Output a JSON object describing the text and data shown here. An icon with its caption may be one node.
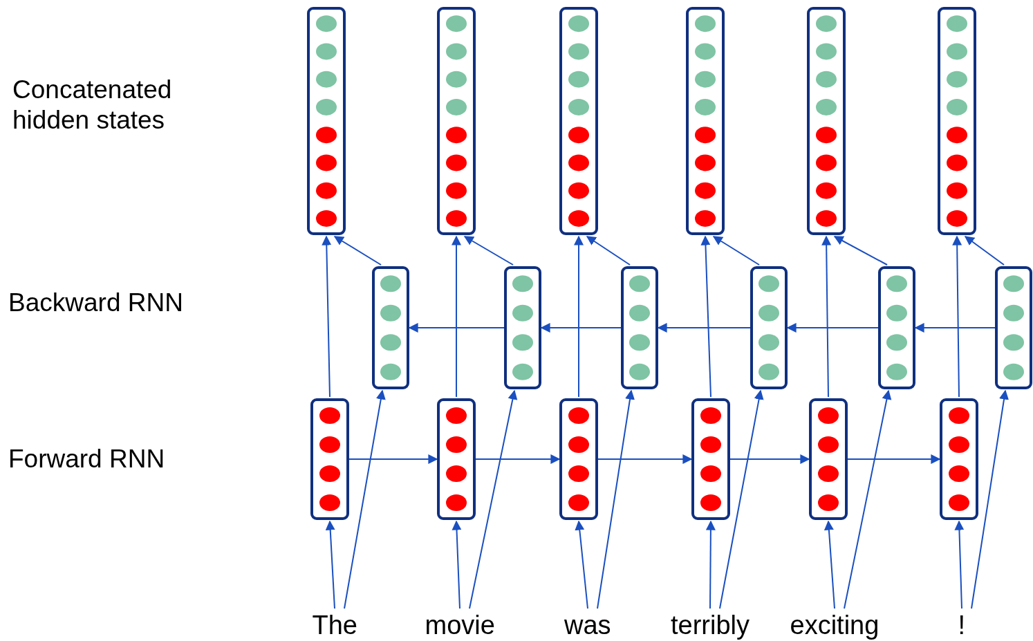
{
  "diagram": {
    "nodes": [
      {
        "text": [],
        "shape": "box"
      },
      {
        "text": [],
        "shape": "box"
      },
      {
        "text": [],
        "shape": "box"
      },
      {
        "text": [],
        "shape": "box"
      },
      {
        "text": [],
        "shape": "box"
      },
      {
        "text": [],
        "shape": "box"
      },
      {
        "text": [],
        "shape": "box"
      },
      {
        "text": [],
        "shape": "box"
      },
      {
        "text": [],
        "shape": "box"
      },
      {
        "text": [],
        "shape": "box"
      },
      {
        "text": [],
        "shape": "box"
      },
      {
        "text": [],
        "shape": "box"
      },
      {
        "text": [],
        "shape": "box"
      },
      {
        "text": [],
        "shape": "box"
      },
      {
        "text": [],
        "shape": "box"
      },
      {
        "text": [],
        "shape": "box"
      },
      {
        "text": [],
        "shape": "box"
      },
      {
        "text": [],
        "shape": "box"
      },
      {
        "text": [
          "The"
        ]
      },
      {
        "text": [
          "movie"
        ]
      },
      {
        "text": [
          "was"
        ]
      },
      {
        "text": [
          "terribly"
        ]
      },
      {
        "text": [
          "exciting"
        ]
      },
      {
        "text": [
          "!"
        ]
      }
    ],
    "edges": [
      {
        "from": 18,
        "to": 12,
        "arrow": "to"
      },
      {
        "from": 18,
        "to": 6,
        "arrow": "to"
      },
      {
        "from": 19,
        "to": 13,
        "arrow": "to"
      },
      {
        "from": 19,
        "to": 7,
        "arrow": "to"
      },
      {
        "from": 20,
        "to": 14,
        "arrow": "to"
      },
      {
        "from": 20,
        "to": 8,
        "arrow": "to"
      },
      {
        "from": 21,
        "to": 15,
        "arrow": "to"
      },
      {
        "from": 21,
        "to": 9,
        "arrow": "to"
      },
      {
        "from": 22,
        "to": 16,
        "arrow": "to"
      },
      {
        "from": 22,
        "to": 10,
        "arrow": "to"
      },
      {
        "from": 23,
        "to": 17,
        "arrow": "to"
      },
      {
        "from": 23,
        "to": 11,
        "arrow": "to"
      },
      {
        "from": 12,
        "to": 13,
        "arrow": "to"
      },
      {
        "from": 13,
        "to": 14,
        "arrow": "to"
      },
      {
        "from": 14,
        "to": 15,
        "arrow": "to"
      },
      {
        "from": 15,
        "to": 16,
        "arrow": "to"
      },
      {
        "from": 16,
        "to": 17,
        "arrow": "to"
      },
      {
        "from": 11,
        "to": 10,
        "arrow": "to"
      },
      {
        "from": 10,
        "to": 9,
        "arrow": "to"
      },
      {
        "from": 9,
        "to": 8,
        "arrow": "to"
      },
      {
        "from": 8,
        "to": 7,
        "arrow": "to"
      },
      {
        "from": 7,
        "to": 6,
        "arrow": "to"
      },
      {
        "from": 12,
        "to": 0,
        "arrow": "to"
      },
      {
        "from": 6,
        "to": 0,
        "arrow": "to"
      },
      {
        "from": 13,
        "to": 1,
        "arrow": "to"
      },
      {
        "from": 7,
        "to": 1,
        "arrow": "to"
      },
      {
        "from": 14,
        "to": 2,
        "arrow": "to"
      },
      {
        "from": 8,
        "to": 2,
        "arrow": "to"
      },
      {
        "from": 15,
        "to": 3,
        "arrow": "to"
      },
      {
        "from": 9,
        "to": 3,
        "arrow": "to"
      },
      {
        "from": 16,
        "to": 4,
        "arrow": "to"
      },
      {
        "from": 10,
        "to": 4,
        "arrow": "to"
      },
      {
        "from": 17,
        "to": 5,
        "arrow": "to"
      },
      {
        "from": 11,
        "to": 5,
        "arrow": "to"
      }
    ],
    "labels": [
      "Concatenated hidden states",
      "Backward RNN",
      "Forward RNN"
    ]
  }
}
